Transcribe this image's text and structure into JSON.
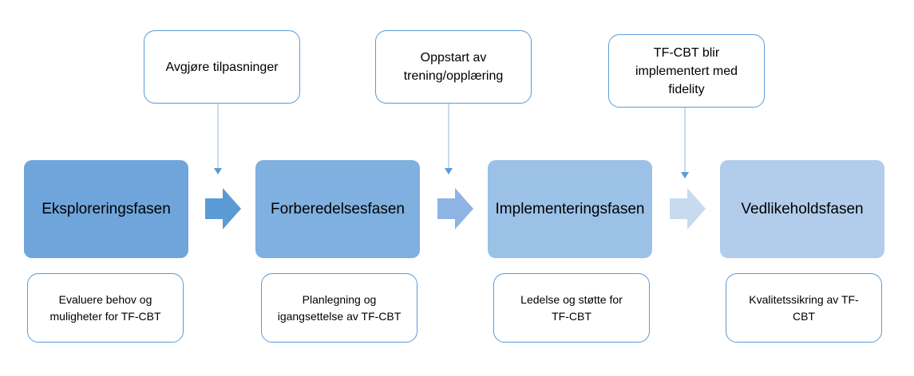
{
  "phases": [
    {
      "label": "Eksploreringsfasen",
      "color": "#6fa5db"
    },
    {
      "label": "Forberedelsesfasen",
      "color": "#80b0e0"
    },
    {
      "label": "Implementeringsfasen",
      "color": "#9cc1e6"
    },
    {
      "label": "Vedlikeholdsfasen",
      "color": "#b1cdeb"
    }
  ],
  "top_notes": [
    {
      "text": "Avgjøre tilpasninger"
    },
    {
      "text": "Oppstart av\ntrening/opplæring"
    },
    {
      "text": "TF-CBT blir\nimplementert med\nfidelity"
    }
  ],
  "bottom_notes": [
    {
      "text": "Evaluere behov og\nmuligheter for TF-CBT"
    },
    {
      "text": "Planlegning og\nigangsettelse av TF-CBT"
    },
    {
      "text": "Ledelse og støtte for\nTF-CBT"
    },
    {
      "text": "Kvalitetssikring av TF-\nCBT"
    }
  ],
  "colors": {
    "outline": "#5b9bd5",
    "connector": "#8fb4d9",
    "arrow_1": "#5b9bd5",
    "arrow_2": "#8eb4e3",
    "arrow_3": "#c7daf0"
  }
}
